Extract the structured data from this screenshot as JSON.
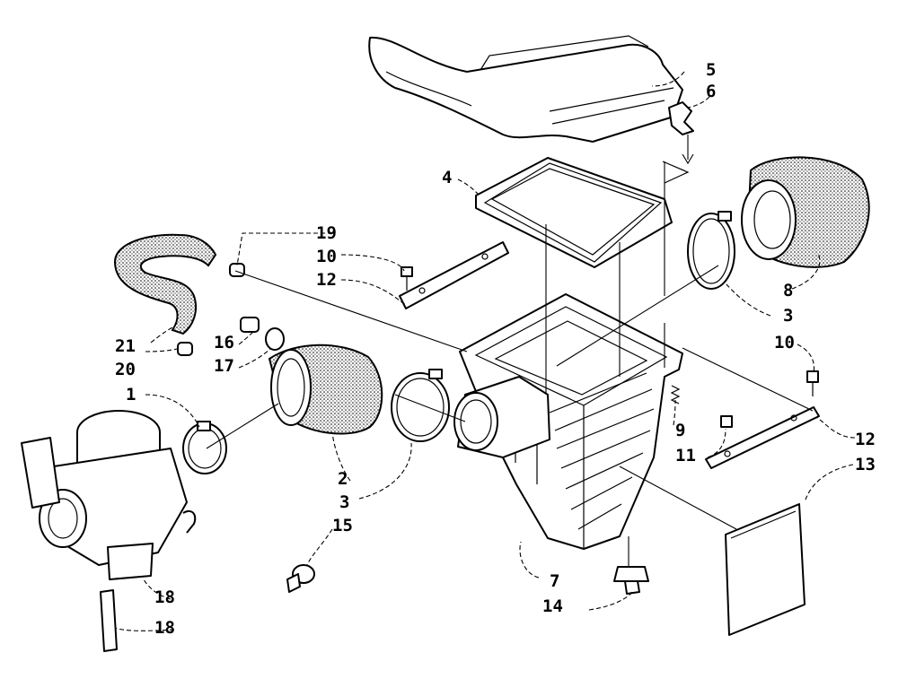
{
  "callouts": [
    {
      "id": "c1",
      "text": "1"
    },
    {
      "id": "c2",
      "text": "2"
    },
    {
      "id": "c3a",
      "text": "3"
    },
    {
      "id": "c3b",
      "text": "3"
    },
    {
      "id": "c4",
      "text": "4"
    },
    {
      "id": "c5",
      "text": "5"
    },
    {
      "id": "c6",
      "text": "6"
    },
    {
      "id": "c7",
      "text": "7"
    },
    {
      "id": "c8",
      "text": "8"
    },
    {
      "id": "c9",
      "text": "9"
    },
    {
      "id": "c10a",
      "text": "10"
    },
    {
      "id": "c10b",
      "text": "10"
    },
    {
      "id": "c11",
      "text": "11"
    },
    {
      "id": "c12a",
      "text": "12"
    },
    {
      "id": "c12b",
      "text": "12"
    },
    {
      "id": "c13",
      "text": "13"
    },
    {
      "id": "c14",
      "text": "14"
    },
    {
      "id": "c15",
      "text": "15"
    },
    {
      "id": "c16",
      "text": "16"
    },
    {
      "id": "c17",
      "text": "17"
    },
    {
      "id": "c18a",
      "text": "18"
    },
    {
      "id": "c18b",
      "text": "18"
    },
    {
      "id": "c19",
      "text": "19"
    },
    {
      "id": "c20",
      "text": "20"
    },
    {
      "id": "c21",
      "text": "21"
    }
  ]
}
